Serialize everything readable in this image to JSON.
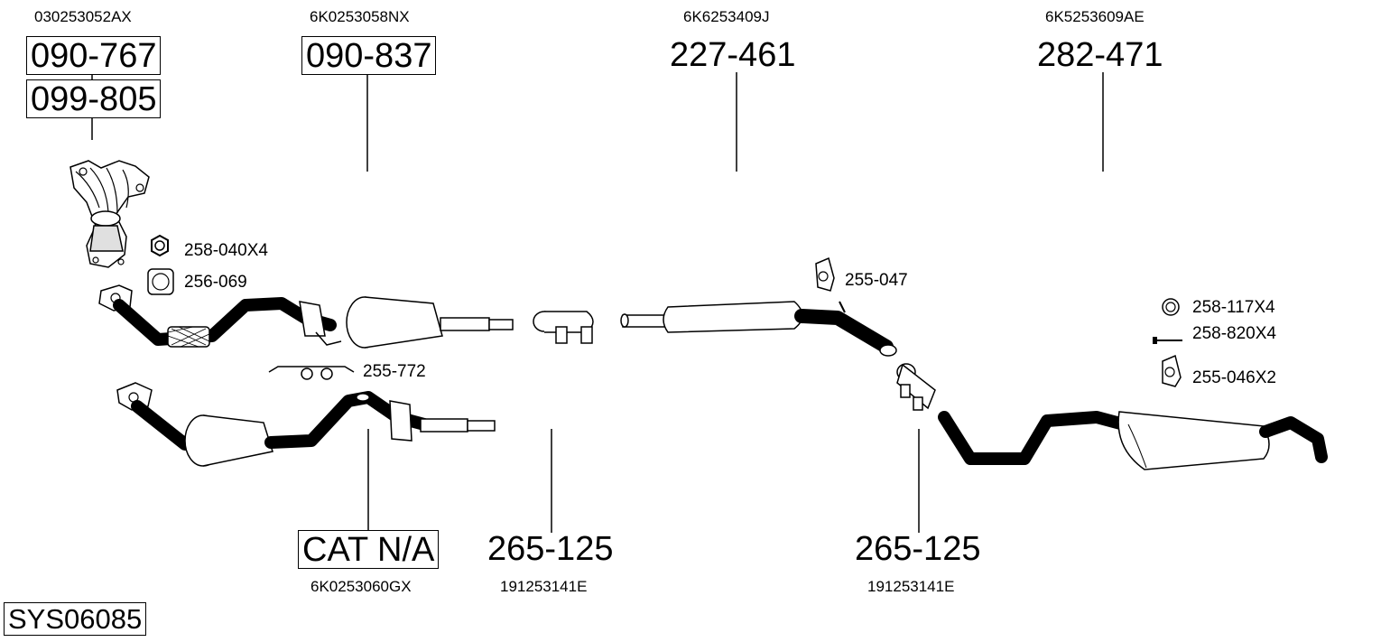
{
  "top_parts": [
    {
      "oem": "030253052AX",
      "numbers": [
        "090-767",
        "099-805"
      ]
    },
    {
      "oem": "6K0253058NX",
      "numbers": [
        "090-837"
      ]
    },
    {
      "oem": "6K6253409J",
      "numbers": [
        "227-461"
      ]
    },
    {
      "oem": "6K5253609AE",
      "numbers": [
        "282-471"
      ]
    }
  ],
  "bottom_parts": [
    {
      "number": "CAT N/A",
      "oem": "6K0253060GX"
    },
    {
      "number": "265-125",
      "oem": "191253141E"
    },
    {
      "number": "265-125",
      "oem": "191253141E"
    }
  ],
  "fittings": {
    "nut": "258-040X4",
    "gasket": "256-069",
    "bracket": "255-772",
    "mount_mid": "255-047",
    "ring": "258-117X4",
    "bolt": "258-820X4",
    "mount_rear": "255-046X2"
  },
  "system_id": "SYS06085"
}
